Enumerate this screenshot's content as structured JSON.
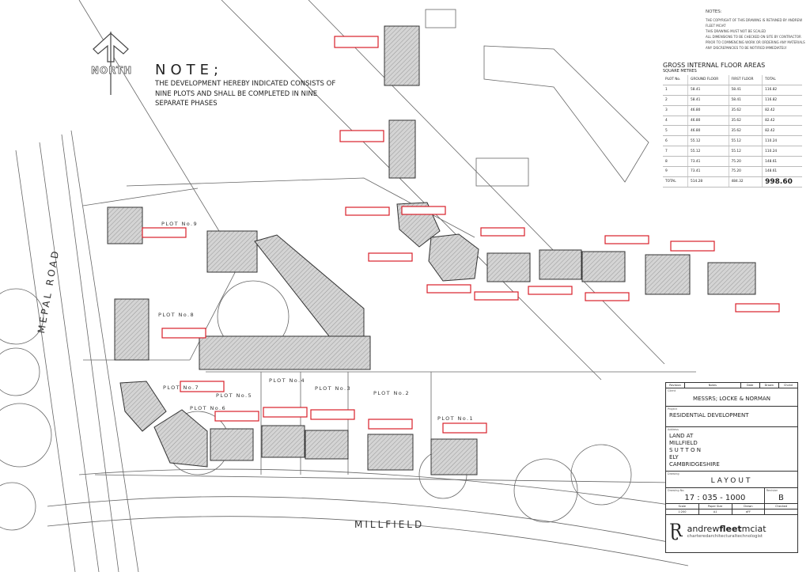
{
  "north_label": "NORTH",
  "note": {
    "title": "NOTE;",
    "body": "THE DEVELOPMENT HEREBY INDICATED CONSISTS OF NINE PLOTS AND SHALL BE COMPLETED IN NINE SEPARATE PHASES"
  },
  "notes": {
    "title": "NOTES:",
    "items": [
      "THE COPYRIGHT OF THIS DRAWING IS RETAINED BY ANDREW FLEET MCIAT",
      "THIS DRAWING MUST NOT BE SCALED",
      "ALL DIMENSIONS TO BE CHECKED ON SITE BY CONTRACTOR PRIOR TO COMMENCING WORK OR ORDERING ANY MATERIALS",
      "ANY DISCREPANCIES TO BE NOTIFIED IMMEDIATELY"
    ]
  },
  "floor_areas": {
    "title": "GROSS INTERNAL FLOOR AREAS",
    "subtitle": "SQUARE METRES",
    "headers": [
      "PLOT No.",
      "GROUND FLOOR",
      "FIRST FLOOR",
      "TOTAL"
    ],
    "rows": [
      [
        "1",
        "58.41",
        "58.41",
        "116.82"
      ],
      [
        "2",
        "58.41",
        "58.41",
        "116.82"
      ],
      [
        "3",
        "46.80",
        "35.62",
        "82.42"
      ],
      [
        "4",
        "46.80",
        "35.62",
        "82.42"
      ],
      [
        "5",
        "46.80",
        "35.62",
        "82.42"
      ],
      [
        "6",
        "55.12",
        "55.12",
        "110.24"
      ],
      [
        "7",
        "55.12",
        "55.12",
        "110.24"
      ],
      [
        "8",
        "73.41",
        "75.20",
        "148.61"
      ],
      [
        "9",
        "73.41",
        "75.20",
        "148.61"
      ]
    ],
    "total_row": [
      "TOTAL",
      "514.28",
      "484.32",
      "998.60"
    ]
  },
  "plots": [
    "PLOT No.1",
    "PLOT No.2",
    "PLOT No.3",
    "PLOT No.4",
    "PLOT No.5",
    "PLOT No.6",
    "PLOT No.7",
    "PLOT No.8",
    "PLOT No.9"
  ],
  "roads": {
    "mepal": "MEPAL ROAD",
    "millfield": "MILLFIELD"
  },
  "title_block": {
    "revision_headers": [
      "Revision",
      "Notes",
      "Date",
      "Drawn",
      "Chckd"
    ],
    "client_label": "Client",
    "client": "MESSRS; LOCKE & NORMAN",
    "project_label": "Project",
    "project": "RESIDENTIAL DEVELOPMENT",
    "address_label": "Address",
    "address": [
      "LAND AT",
      "MILLFIELD",
      "S U T T O N",
      "ELY",
      "CAMBRIDGESHIRE"
    ],
    "drawing_label": "Drawing",
    "drawing": "LAYOUT",
    "drawing_no_label": "Drawing No.",
    "drawing_no": "17 : 035 - 1000",
    "revision_label": "Revision",
    "revision": "B",
    "meta_headers": [
      "Scale",
      "Paper Size",
      "Drawn",
      "Checked"
    ],
    "meta_values": [
      "1:200",
      "A1",
      "aFF",
      ""
    ],
    "firm_a": "andrew",
    "firm_b": "fleet",
    "firm_c": "mciat",
    "firm_sub": "charteredarchitecturaltechnologist"
  },
  "colors": {
    "label_box": "#d8202a",
    "hatch": "#bdbdbd",
    "line": "#555555"
  }
}
